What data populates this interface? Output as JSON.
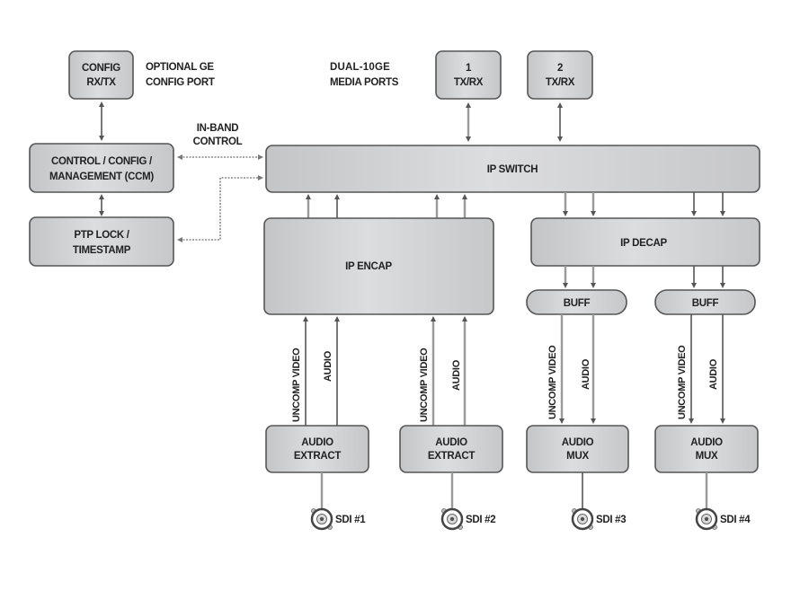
{
  "diagram": {
    "type": "block-diagram",
    "blocks": {
      "config_rxtx": [
        "CONFIG",
        "RX/TX"
      ],
      "ccm": [
        "CONTROL / CONFIG /",
        "MANAGEMENT (CCM)"
      ],
      "ptp": [
        "PTP LOCK /",
        "TIMESTAMP"
      ],
      "ip_switch": "IP SWITCH",
      "port1": [
        "1",
        "TX/RX"
      ],
      "port2": [
        "2",
        "TX/RX"
      ],
      "ip_encap": "IP ENCAP",
      "ip_decap": "IP DECAP",
      "buff1": "BUFF",
      "buff2": "BUFF",
      "audio_extract_1": [
        "AUDIO",
        "EXTRACT"
      ],
      "audio_extract_2": [
        "AUDIO",
        "EXTRACT"
      ],
      "audio_mux_1": [
        "AUDIO",
        "MUX"
      ],
      "audio_mux_2": [
        "AUDIO",
        "MUX"
      ]
    },
    "annotations": {
      "optional_ge": [
        "OPTIONAL GE",
        "CONFIG PORT"
      ],
      "dual_10ge": [
        "DUAL-10GE",
        "MEDIA PORTS"
      ],
      "in_band": [
        "IN-BAND",
        "CONTROL"
      ]
    },
    "signal_labels": {
      "video": "UNCOMP VIDEO",
      "audio": "AUDIO"
    },
    "connectors": [
      "SDI #1",
      "SDI #2",
      "SDI #3",
      "SDI #4"
    ]
  }
}
